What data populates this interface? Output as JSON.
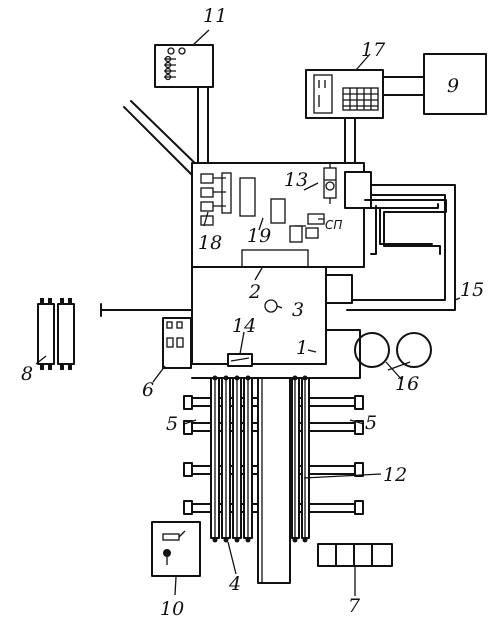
{
  "diagram": {
    "labels": {
      "n1": "1",
      "n2": "2",
      "n3": "3",
      "n4": "4",
      "n5a": "5",
      "n5b": "5",
      "n6": "6",
      "n7": "7",
      "n8": "8",
      "n9": "9",
      "n10": "10",
      "n11": "11",
      "n12": "12",
      "n13": "13",
      "n14": "14",
      "n15": "15",
      "n16": "16",
      "n17": "17",
      "n18": "18",
      "n19": "19"
    },
    "panel_marking": "СП"
  }
}
